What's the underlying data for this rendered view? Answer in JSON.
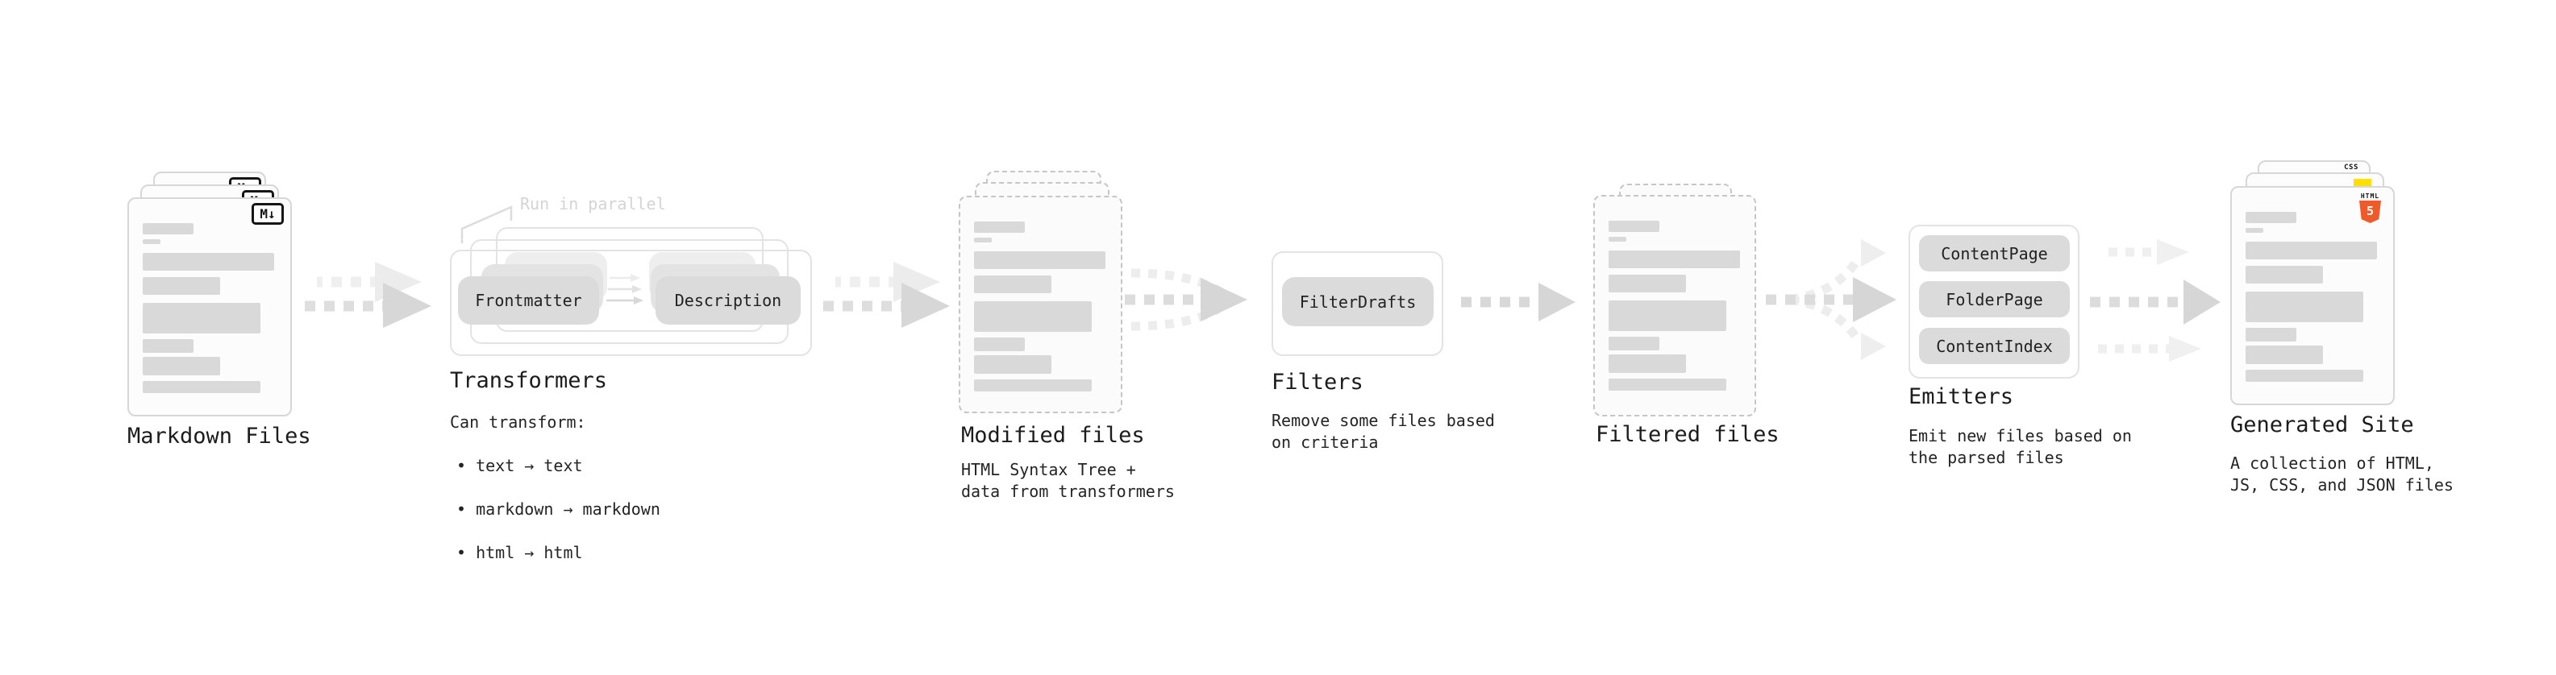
{
  "colors": {
    "bar": "#d9d9d9",
    "pill": "#dbdbdb",
    "html_orange": "#f05a28",
    "js_yellow": "#ffdf00",
    "css_blue": "#2b6fe4",
    "arrow": "#d7d7d7",
    "arrow_faint": "#efefef"
  },
  "doc_bar_pattern": [
    [
      63,
      14,
      6
    ],
    [
      22,
      6,
      11
    ],
    [
      163,
      22,
      8
    ],
    [
      96,
      22,
      10
    ],
    [
      146,
      38,
      7
    ],
    [
      63,
      17,
      5
    ],
    [
      96,
      23,
      7
    ],
    [
      146,
      15,
      0
    ]
  ],
  "stages": {
    "markdown": {
      "label": "Markdown Files",
      "badge": "M↓"
    },
    "transformers": {
      "label": "Transformers",
      "note": "Run in parallel",
      "pill_left": "Frontmatter",
      "pill_right": "Description",
      "desc_title": "Can transform:",
      "bullets": [
        "• text → text",
        "• markdown → markdown",
        "• html → html"
      ]
    },
    "modified": {
      "label": "Modified files",
      "desc": "HTML Syntax Tree +\ndata from transformers"
    },
    "filters": {
      "label": "Filters",
      "pill": "FilterDrafts",
      "desc": "Remove some files based\non criteria"
    },
    "filtered": {
      "label": "Filtered files"
    },
    "emitters": {
      "label": "Emitters",
      "pills": [
        "ContentPage",
        "FolderPage",
        "ContentIndex"
      ],
      "desc": "Emit new files based on\nthe parsed files"
    },
    "generated": {
      "label": "Generated Site",
      "desc": "A collection of HTML,\nJS, CSS, and JSON files",
      "badge_css": "CSS",
      "badge_html_label": "HTML",
      "badge_html_number": "5"
    }
  }
}
